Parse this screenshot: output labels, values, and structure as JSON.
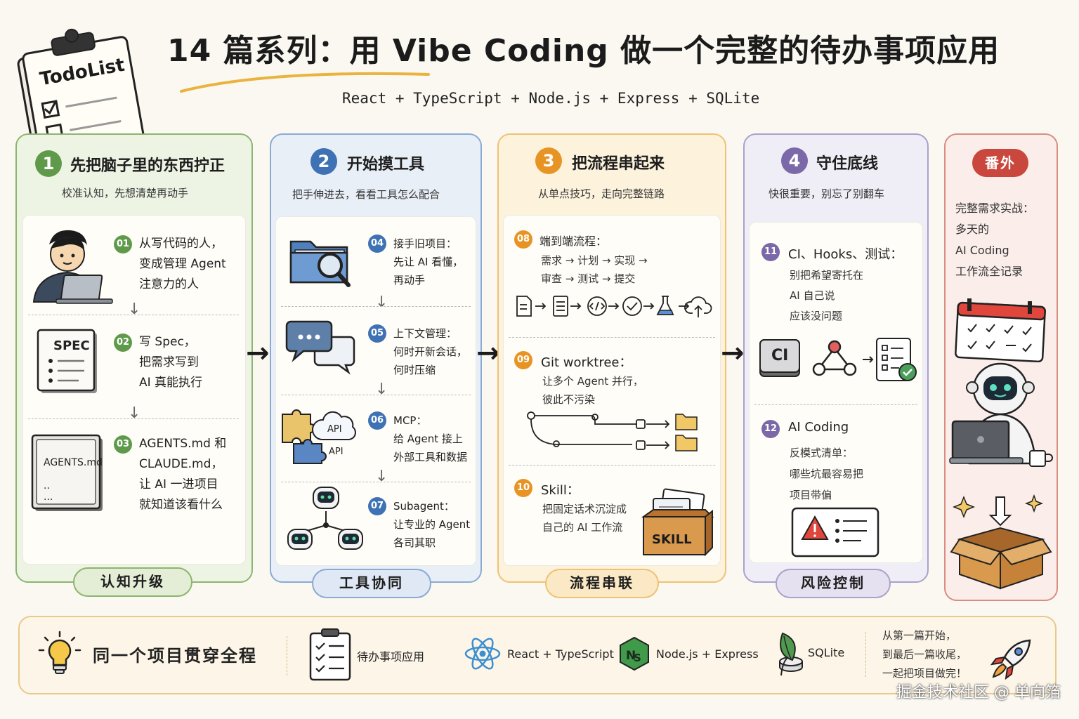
{
  "header": {
    "title": "14 篇系列：用 Vibe Coding 做一个完整的待办事项应用",
    "subtitle": "React + TypeScript  +  Node.js + Express  +  SQLite",
    "clipboard_label": "TodoList"
  },
  "columns": [
    {
      "num": "1",
      "title": "先把脑子里的东西拧正",
      "subtitle": "校准认知，先想清楚再动手",
      "color": "#5f9a4b",
      "bg": "#eef4e4",
      "border": "#8cb56f",
      "footer": "认知升级",
      "items": [
        {
          "num": "01",
          "text": "从写代码的人，\n变成管理 Agent\n注意力的人"
        },
        {
          "num": "02",
          "text": "写 Spec，\n把需求写到\nAI 真能执行"
        },
        {
          "num": "03",
          "text": "AGENTS.md 和\nCLAUDE.md，\n让 AI 一进项目\n就知道该看什么"
        }
      ],
      "spec_label": "SPEC",
      "agents_label": "AGENTS.md"
    },
    {
      "num": "2",
      "title": "开始摸工具",
      "subtitle": "把手伸进去，看看工具怎么配合",
      "color": "#3e72b4",
      "bg": "#e9eff7",
      "border": "#8aaad4",
      "footer": "工具协同",
      "items": [
        {
          "num": "04",
          "text": "接手旧项目：\n先让 AI 看懂，\n再动手"
        },
        {
          "num": "05",
          "text": "上下文管理：\n何时开新会话，\n何时压缩"
        },
        {
          "num": "06",
          "text": "MCP：\n给 Agent 接上\n外部工具和数据"
        },
        {
          "num": "07",
          "text": "Subagent：\n让专业的 Agent\n各司其职"
        }
      ],
      "api_label": "API"
    },
    {
      "num": "3",
      "title": "把流程串起来",
      "subtitle": "从单点技巧，走向完整链路",
      "color": "#e89424",
      "bg": "#fdf2dc",
      "border": "#eec274",
      "footer": "流程串联",
      "items": [
        {
          "num": "08",
          "title": "端到端流程：",
          "text": "需求 → 计划 → 实现 →\n审查 → 测试 → 提交"
        },
        {
          "num": "09",
          "title": "Git worktree：",
          "text": "让多个 Agent 并行，\n彼此不污染"
        },
        {
          "num": "10",
          "title": "Skill：",
          "text": "把固定话术沉淀成\n自己的 AI 工作流"
        }
      ],
      "skill_label": "SKILL"
    },
    {
      "num": "4",
      "title": "守住底线",
      "subtitle": "快很重要，别忘了别翻车",
      "color": "#7b68a8",
      "bg": "#efedf5",
      "border": "#aca0cc",
      "footer": "风险控制",
      "items": [
        {
          "num": "11",
          "title": "CI、Hooks、测试：",
          "text": "别把希望寄托在\nAI 自己说\n应该没问题"
        },
        {
          "num": "12",
          "title": "AI Coding",
          "text": "反模式清单：\n哪些坑最容易把\n项目带偏"
        }
      ],
      "ci_label": "CI"
    }
  ],
  "extra": {
    "badge": "番外",
    "text": "完整需求实战：\n多天的\nAI Coding\n工作流全记录",
    "color": "#c9473c",
    "bg": "#fbeeea",
    "border": "#d98c82"
  },
  "bottom": {
    "lead": "同一个项目贯穿全程",
    "items": [
      "待办事项应用",
      "React + TypeScript",
      "Node.js + Express",
      "SQLite"
    ],
    "closing": "从第一篇开始，\n到最后一篇收尾，\n一起把项目做完！"
  },
  "watermark": "掘金技术社区 @ 单向箔"
}
